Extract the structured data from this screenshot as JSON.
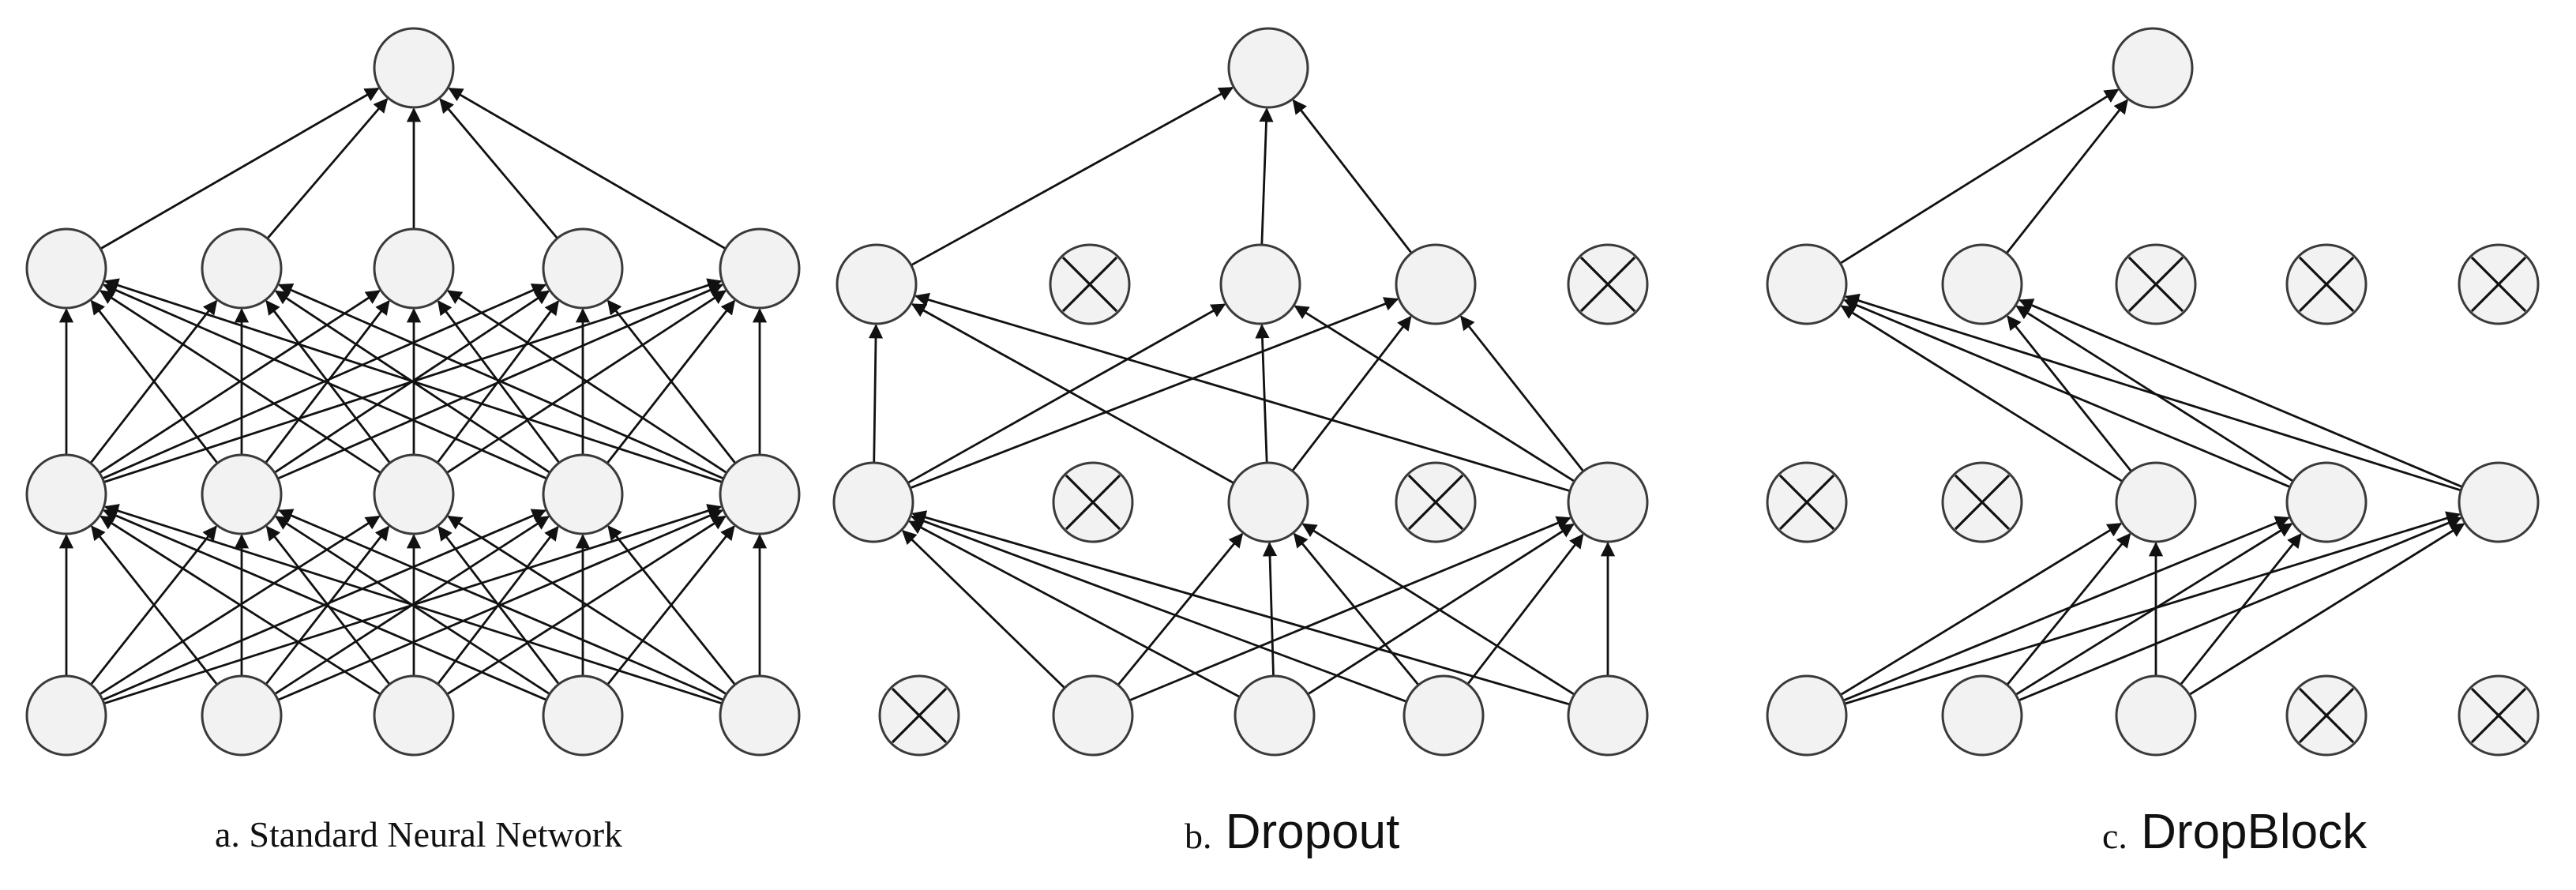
{
  "panels": [
    {
      "id": "a",
      "caption": "a. Standard Neural Network",
      "output": true,
      "layers": [
        [
          true,
          true,
          true,
          true,
          true
        ],
        [
          true,
          true,
          true,
          true,
          true
        ],
        [
          true,
          true,
          true,
          true,
          true
        ]
      ]
    },
    {
      "id": "b",
      "caption_letter": "b.",
      "caption_text": "Dropout",
      "output": true,
      "layers": [
        [
          true,
          false,
          true,
          true,
          false
        ],
        [
          true,
          false,
          true,
          false,
          true
        ],
        [
          false,
          true,
          true,
          true,
          true
        ]
      ]
    },
    {
      "id": "c",
      "caption_letter": "c.",
      "caption_text": "DropBlock",
      "output": true,
      "layers": [
        [
          true,
          true,
          false,
          false,
          false
        ],
        [
          false,
          false,
          true,
          true,
          true
        ],
        [
          true,
          true,
          true,
          false,
          false
        ]
      ]
    }
  ],
  "legend": {
    "dropped_unit_icon": "crossed-circle-icon",
    "active_unit_icon": "circle-node-icon"
  },
  "colors": {
    "node_fill": "#f2f2f2",
    "node_stroke": "#3a3a3a",
    "edge": "#111111",
    "background": "#ffffff"
  }
}
